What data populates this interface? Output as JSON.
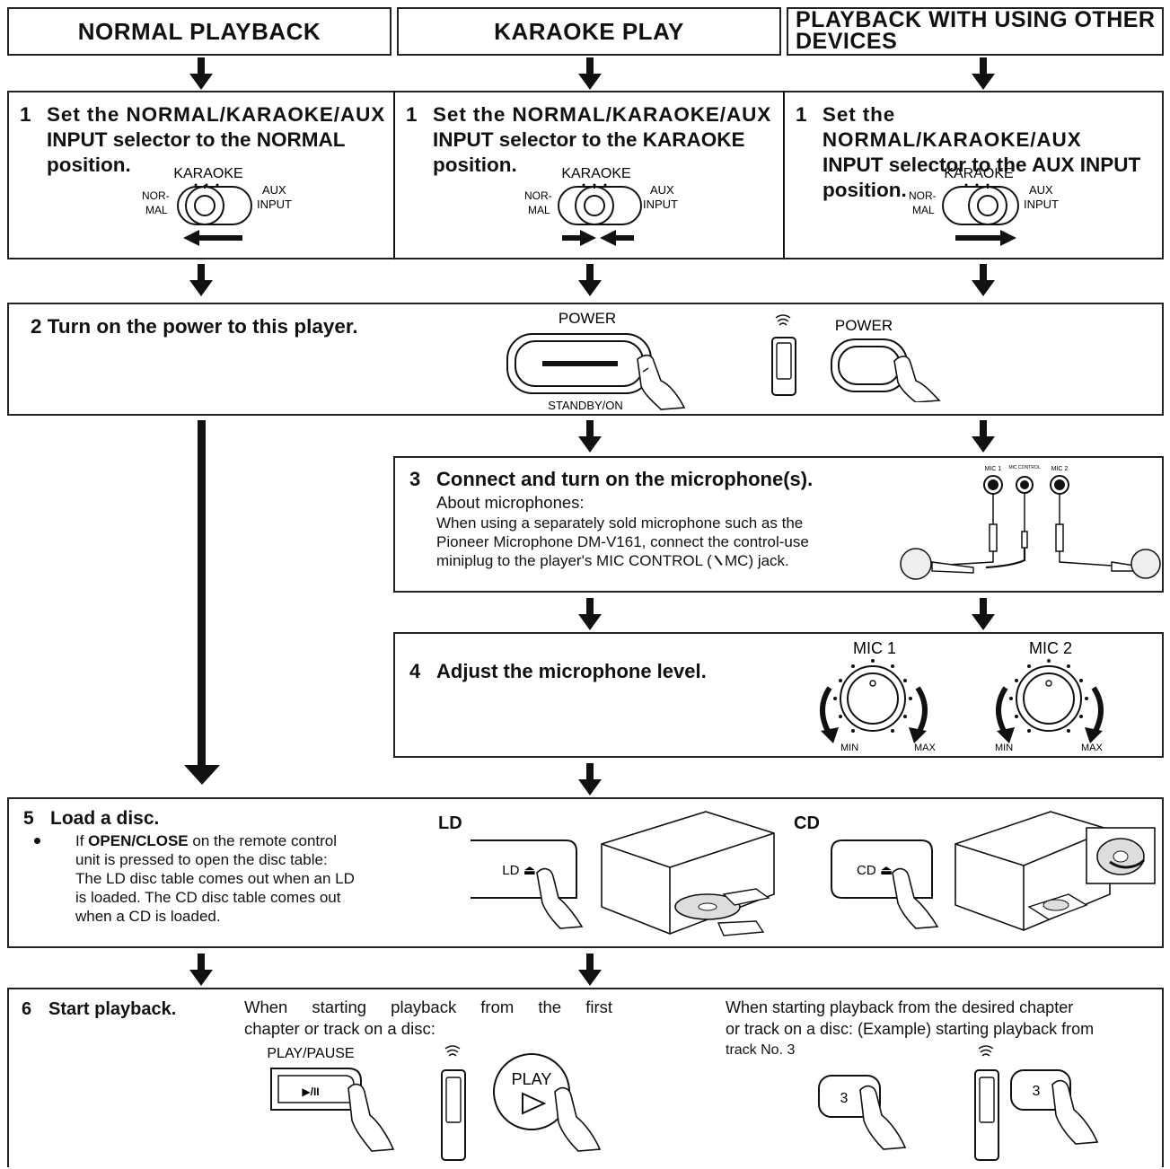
{
  "headers": {
    "col1": "NORMAL PLAYBACK",
    "col2": "KARAOKE PLAY",
    "col3_line1": "PLAYBACK WITH USING OTHER",
    "col3_line2": "DEVICES"
  },
  "step1": {
    "col1": {
      "num": "1",
      "line1": "Set the NORMAL/KARAOKE/AUX",
      "line2": "INPUT selector to the NORMAL",
      "line3": "position."
    },
    "col2": {
      "num": "1",
      "line1": "Set the NORMAL/KARAOKE/AUX",
      "line2": "INPUT selector to the KARAOKE",
      "line3": "position."
    },
    "col3": {
      "num": "1",
      "line1": "Set the NORMAL/KARAOKE/AUX",
      "line2": "INPUT selector to the AUX INPUT",
      "line3": "position."
    },
    "selector_labels": {
      "karaoke": "KARAOKE",
      "normal_1": "NOR-",
      "normal_2": "MAL",
      "aux_1": "AUX",
      "aux_2": "INPUT"
    }
  },
  "step2": {
    "text": "2 Turn on the power to this player.",
    "power_label": "POWER",
    "standby_label": "STANDBY/ON",
    "remote_power_label": "POWER"
  },
  "step3": {
    "num": "3",
    "title": "Connect and turn on the microphone(s).",
    "subtitle": "About microphones:",
    "body_line1": "When using a separately sold microphone such as the",
    "body_line2": "Pioneer Microphone DM-V161, connect the control-use",
    "body_line3": "miniplug to the player's MIC CONTROL ( ",
    "body_line3_end": " MC) jack.",
    "jack_labels": [
      "MIC 1",
      "MIC CONTROL",
      "MIC 2"
    ]
  },
  "step4": {
    "num": "4",
    "title": "Adjust the microphone level.",
    "knobs": [
      {
        "label": "MIC 1",
        "min": "MIN",
        "max": "MAX"
      },
      {
        "label": "MIC 2",
        "min": "MIN",
        "max": "MAX"
      }
    ]
  },
  "step5": {
    "num": "5",
    "title": "Load a disc.",
    "bullet_pre": "If ",
    "bullet_bold": "OPEN/CLOSE",
    "bullet_post": " on the remote control",
    "lines": [
      "unit is pressed to open the disc table:",
      "The LD disc table comes out when an LD",
      "is loaded.  The CD disc table comes out",
      "when a CD is loaded."
    ],
    "ld_heading": "LD",
    "ld_button": "LD ⏏",
    "cd_heading": "CD",
    "cd_button": "CD ⏏"
  },
  "step6": {
    "num": "6",
    "title": "Start playback.",
    "first_line1": "When starting playback from the first",
    "first_line2": "chapter or track on a disc:",
    "playpause_label": "PLAY/PAUSE",
    "playpause_button": "▶/II",
    "play_label": "PLAY",
    "desired_line1": "When starting playback from the desired chapter",
    "desired_line2": "or track on a disc: (Example) starting playback from",
    "desired_line3": "track No. 3",
    "track_button": "3"
  }
}
